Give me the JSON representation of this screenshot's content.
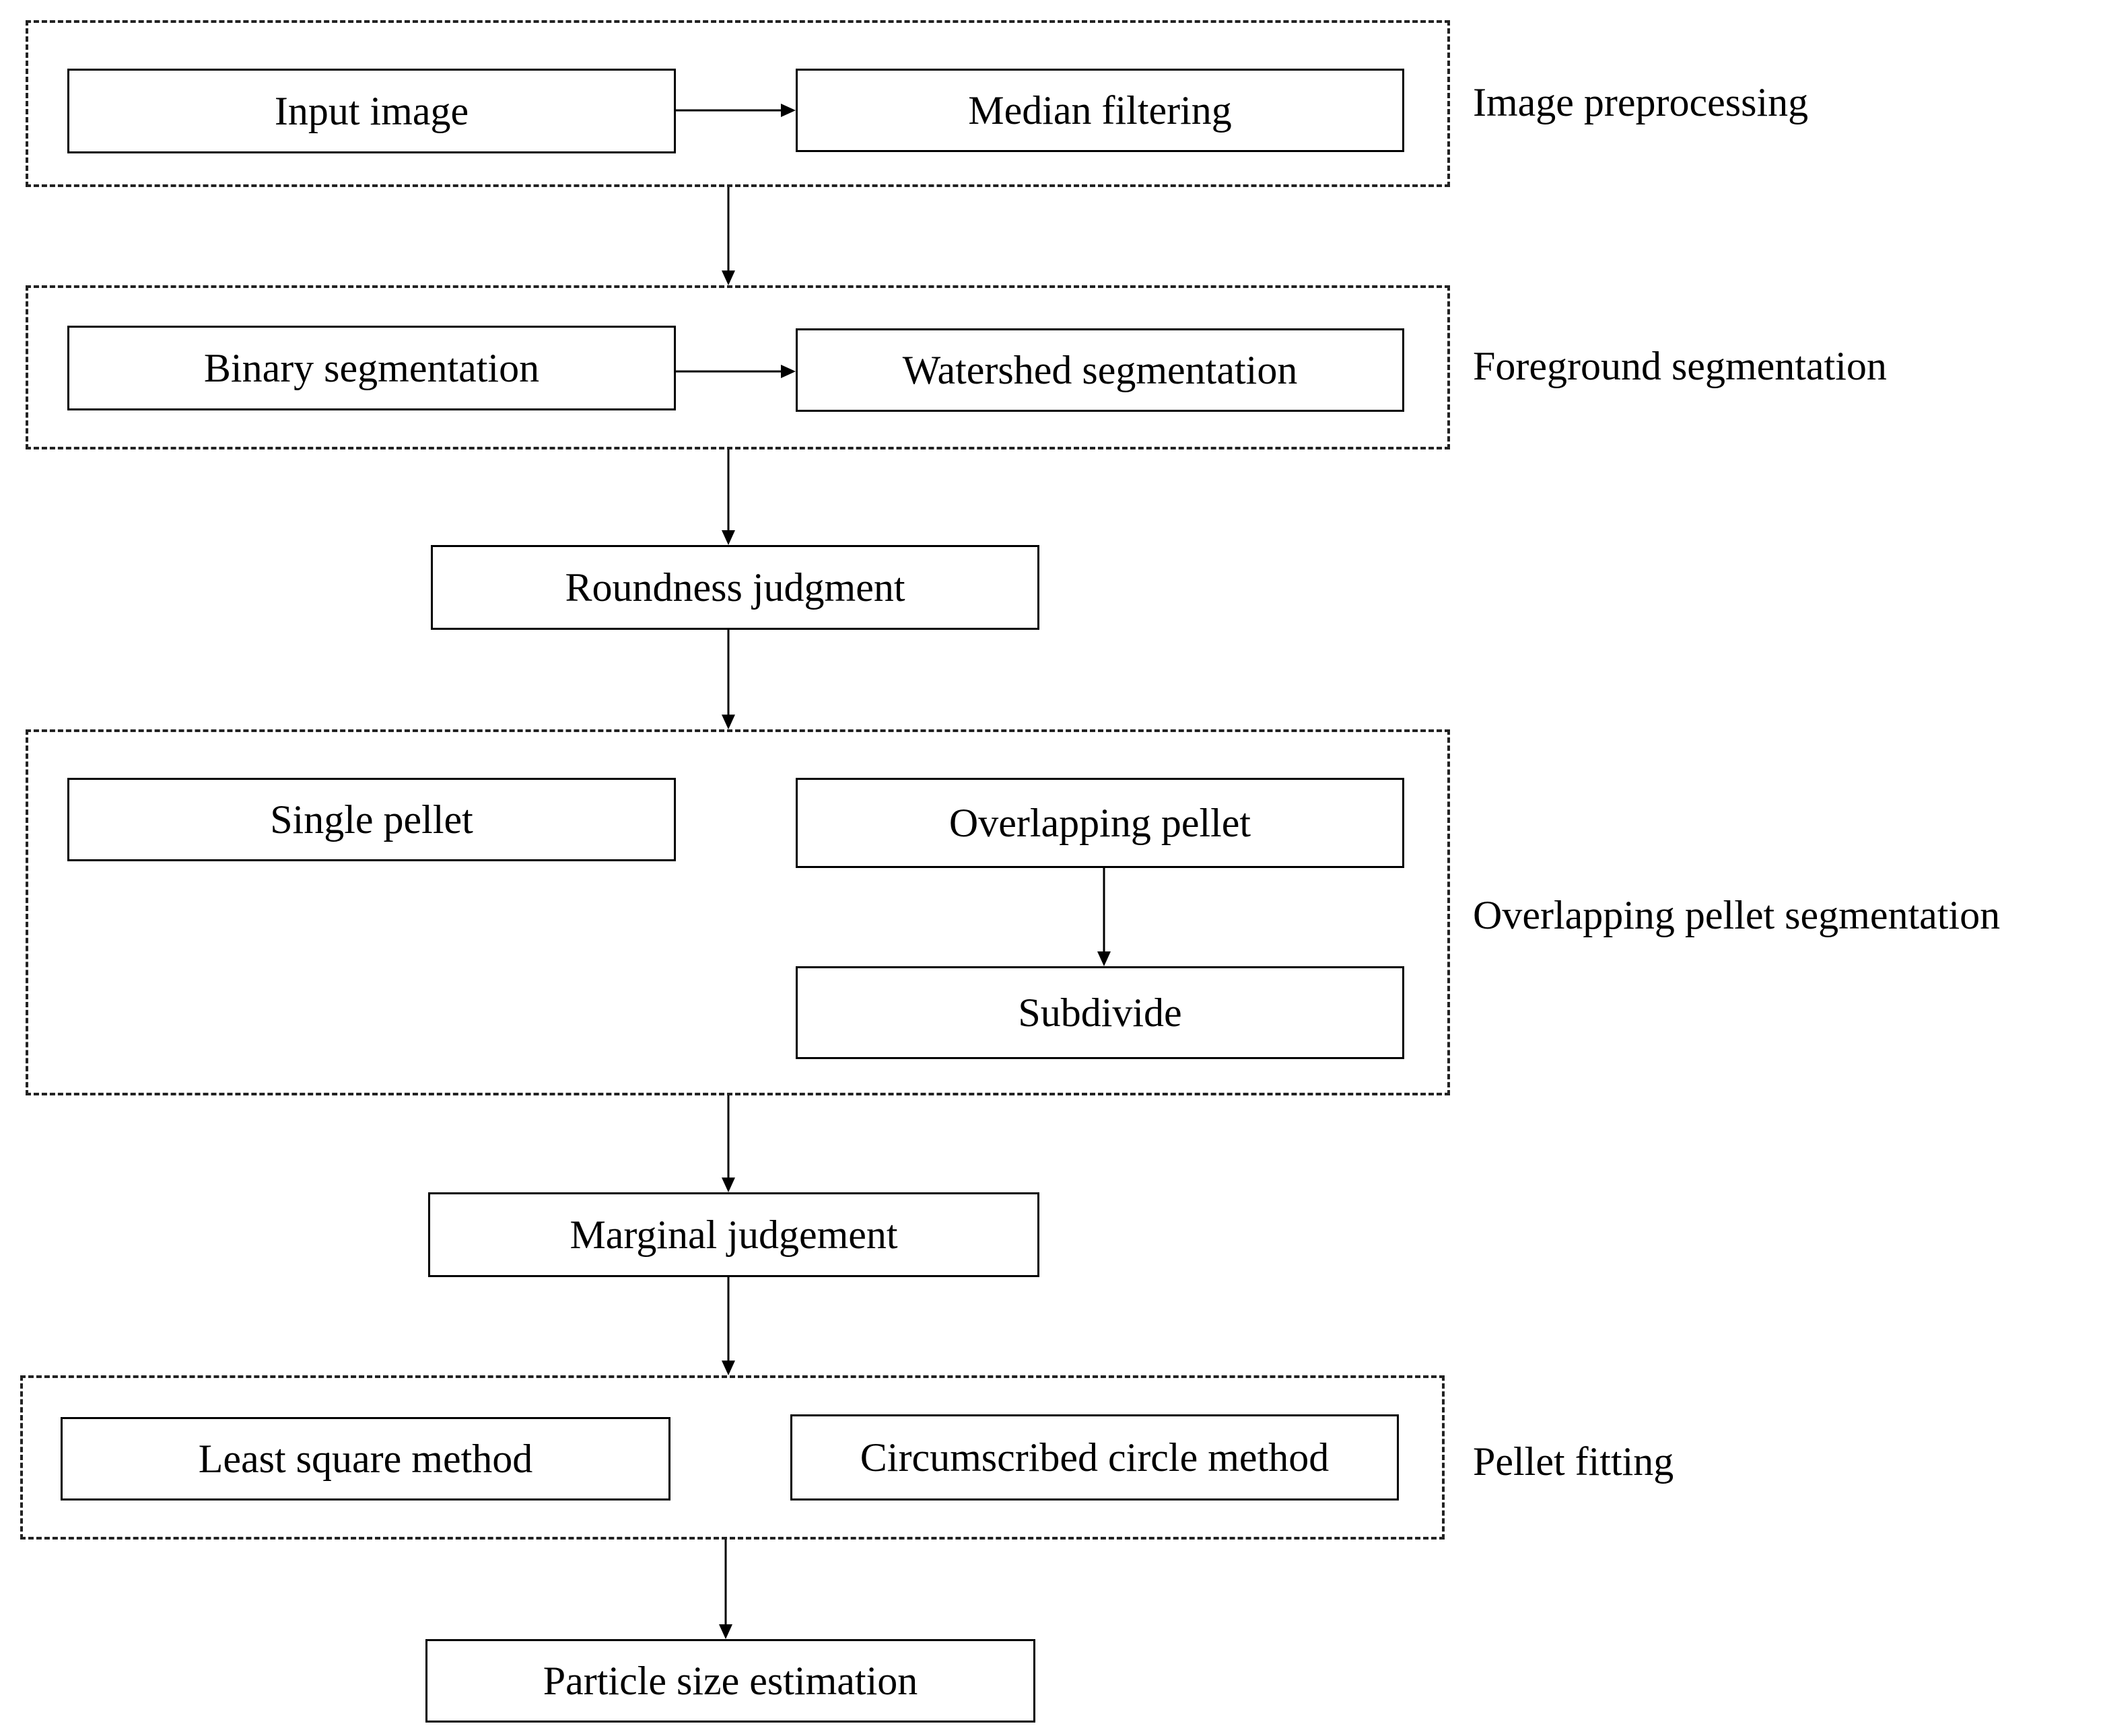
{
  "stages": {
    "image_preprocessing": {
      "label": "Image preprocessing"
    },
    "foreground_segmentation": {
      "label": "Foreground segmentation"
    },
    "overlapping_pellet_segmentation": {
      "label": "Overlapping pellet segmentation"
    },
    "pellet_fitting": {
      "label": "Pellet fitting"
    }
  },
  "nodes": {
    "input_image": "Input image",
    "median_filtering": "Median filtering",
    "binary_segmentation": "Binary segmentation",
    "watershed_segmentation": "Watershed segmentation",
    "roundness_judgment": "Roundness judgment",
    "single_pellet": "Single pellet",
    "overlapping_pellet": "Overlapping pellet",
    "subdivide": "Subdivide",
    "marginal_judgement": "Marginal judgement",
    "least_square_method": "Least square method",
    "circumscribed_circle_method": "Circumscribed circle method",
    "particle_size_estimation": "Particle size estimation"
  },
  "colors": {
    "line": "#000000",
    "dashed_frame": "#222222",
    "background": "#ffffff"
  }
}
